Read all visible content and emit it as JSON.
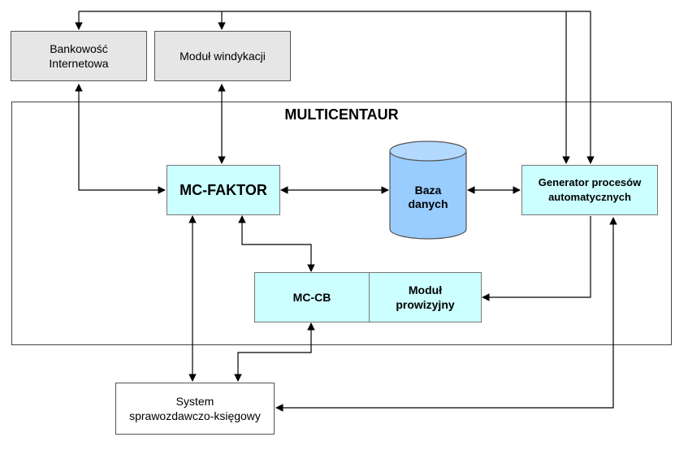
{
  "title": "MULTICENTAUR",
  "nodes": {
    "bankowosc": "Bankowość\nInternetowa",
    "windykacja": "Moduł windykacji",
    "mcfaktor": "MC-FAKTOR",
    "baza": "Baza\ndanych",
    "generator": "Generator procesów\nautomatycznych",
    "mccb": "MC-CB",
    "prowizyjny": "Moduł\nprowizyjny",
    "system": "System\nsprawozdawczo-księgowy"
  },
  "colors": {
    "external_fill": "#e6e6e6",
    "module_fill": "#ccffff",
    "database_fill": "#99ccff"
  }
}
